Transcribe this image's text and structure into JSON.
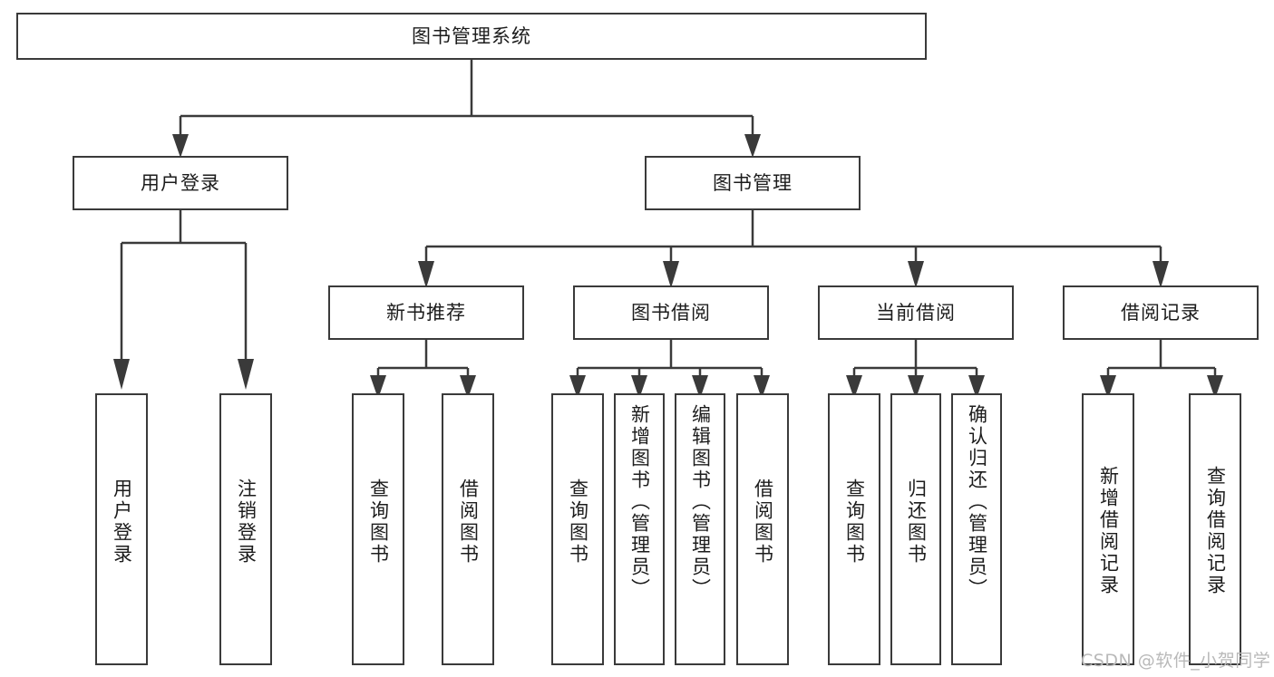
{
  "diagram": {
    "type": "tree",
    "title": "图书管理系统",
    "root": {
      "label": "图书管理系统"
    },
    "level2": [
      {
        "label": "用户登录"
      },
      {
        "label": "图书管理"
      }
    ],
    "level3": [
      {
        "label": "新书推荐",
        "parent": "图书管理"
      },
      {
        "label": "图书借阅",
        "parent": "图书管理"
      },
      {
        "label": "当前借阅",
        "parent": "图书管理"
      },
      {
        "label": "借阅记录",
        "parent": "图书管理"
      }
    ],
    "leaves": {
      "user_login": [
        {
          "label": "用户登录"
        },
        {
          "label": "注销登录"
        }
      ],
      "new_book_recommend": [
        {
          "label": "查询图书"
        },
        {
          "label": "借阅图书"
        }
      ],
      "book_borrow": [
        {
          "label": "查询图书"
        },
        {
          "label": "新增图书（管理员）"
        },
        {
          "label": "编辑图书（管理员）"
        },
        {
          "label": "借阅图书"
        }
      ],
      "current_borrow": [
        {
          "label": "查询图书"
        },
        {
          "label": "归还图书"
        },
        {
          "label": "确认归还（管理员）"
        }
      ],
      "borrow_record": [
        {
          "label": "新增借阅记录"
        },
        {
          "label": "查询借阅记录"
        }
      ]
    }
  },
  "watermark": {
    "text": "CSDN @软件_小贺同学"
  },
  "colors": {
    "border": "#3a3a3a",
    "background": "#ffffff",
    "text": "#1c1c1c",
    "watermark": "#b9b9b9"
  }
}
